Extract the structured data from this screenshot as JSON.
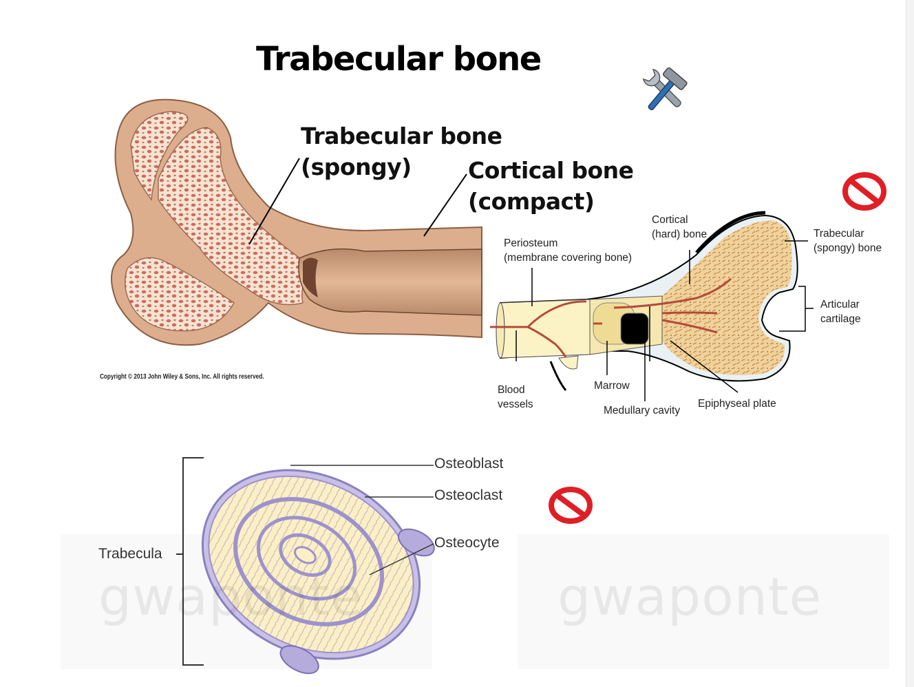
{
  "title": "Trabecular bone",
  "femur_diagram": {
    "label_trabecular_1": "Trabecular bone",
    "label_trabecular_2": "(spongy)",
    "label_cortical_1": "Cortical bone",
    "label_cortical_2": "(compact)",
    "copyright": "Copyright © 2013 John Wiley & Sons, Inc. All rights reserved."
  },
  "bone_end_diagram": {
    "cortical": [
      "Cortical",
      "(hard) bone"
    ],
    "periosteum": [
      "Periosteum",
      "(membrane covering bone)"
    ],
    "trabecular": [
      "Trabecular",
      "(spongy) bone"
    ],
    "articular": [
      "Articular",
      "cartilage"
    ],
    "blood": [
      "Blood",
      "vessels"
    ],
    "marrow": "Marrow",
    "medullary": "Medullary cavity",
    "epiphyseal": "Epiphyseal plate"
  },
  "trabecula_diagram": {
    "osteoblast": "Osteoblast",
    "osteoclast": "Osteoclast",
    "osteocyte": "Osteocyte",
    "trabecula": "Trabecula"
  },
  "watermarks": [
    "gwaponte",
    "gwaponte"
  ],
  "icons": [
    "tools-icon",
    "no-sign-icon",
    "no-sign-icon"
  ],
  "colors": {
    "bone_tan": "#d9ad8c",
    "spongy_pink": "#f6dccb",
    "trabecular_red": "#c7705a",
    "trabecular_yellow": "#f2d8a8",
    "cartilage_blue": "#cfe2ec",
    "trabecula_cream": "#fbf0c8",
    "trabecula_purple": "#a49bd0",
    "no_sign_red": "#e01e25"
  }
}
